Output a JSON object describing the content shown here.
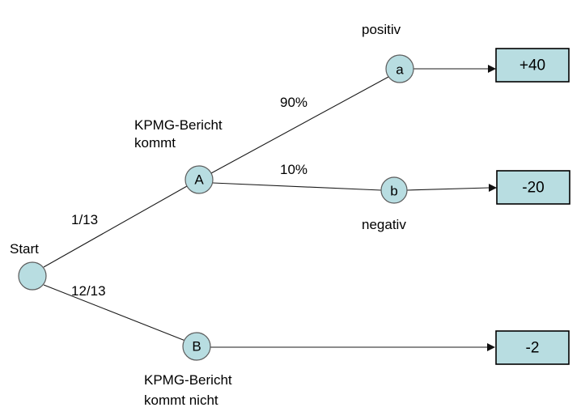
{
  "diagram": {
    "title": "KPMG-Bericht Entscheidungsbaum",
    "background_color": "#ffffff",
    "node_fill_color": "#b8dde1",
    "node_stroke_color": "#5b5b5b",
    "box_fill_color": "#b8dde1",
    "box_stroke_color": "#000000",
    "line_color": "#1a1a1a",
    "text_color": "#000000"
  },
  "nodes": {
    "start": {
      "label": "Start",
      "caption": "Start"
    },
    "a_chance": {
      "label": "a"
    },
    "b_chance": {
      "label": "b"
    },
    "decision_a": {
      "label": "A"
    },
    "decision_b": {
      "label": "B"
    }
  },
  "captions": {
    "start": "Start",
    "branch_a_line1": "KPMG-Bericht",
    "branch_a_line2": "kommt",
    "branch_b_line1": "KPMG-Bericht",
    "branch_b_line2": "kommt nicht",
    "outcome_positive": "positiv",
    "outcome_negative": "negativ"
  },
  "edge_labels": {
    "start_to_a": "1/13",
    "start_to_b": "12/13",
    "a_positive": "90%",
    "a_negative": "10%"
  },
  "payoffs": {
    "positive": "+40",
    "negative": "-20",
    "no_report": "-2"
  }
}
